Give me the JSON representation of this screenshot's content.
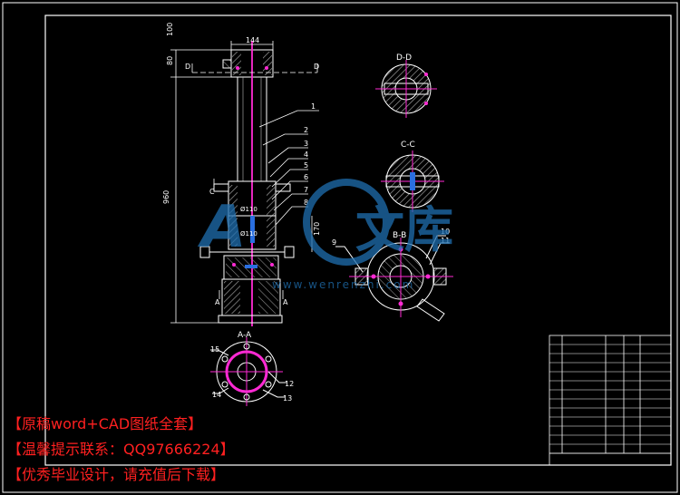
{
  "colors": {
    "background": "#000000",
    "line": "#ffffff",
    "accent": "#ff2ad4",
    "hatch": "#9a9a9a",
    "blue": "#2a6fe0",
    "caption": "#ff2020",
    "watermark": "#1f6fb0"
  },
  "views": {
    "section_dd": "D-D",
    "section_cc": "C-C",
    "section_bb": "B-B",
    "section_aa": "A-A",
    "cut_d": "D",
    "cut_c": "C",
    "cut_a": "A"
  },
  "dimensions": {
    "top_width": "144",
    "overall_height": "960",
    "d80": "80",
    "d100": "100",
    "d170": "170",
    "dia_upper": "Ø110",
    "dia_lower": "Ø110"
  },
  "balloons": {
    "main": [
      "1",
      "2",
      "3",
      "4",
      "5",
      "6",
      "7",
      "8"
    ],
    "bb": [
      "9",
      "10",
      "11"
    ],
    "aa": [
      "15",
      "14",
      "12",
      "13"
    ]
  },
  "watermark": {
    "letters": "A",
    "chinese": "文库",
    "url": "www.wenrenzhi.com"
  },
  "captions": [
    "【原稿word+CAD图纸全套】",
    "【温馨提示联系：QQ97666224】",
    "【优秀毕业设计，请充值后下载】"
  ]
}
